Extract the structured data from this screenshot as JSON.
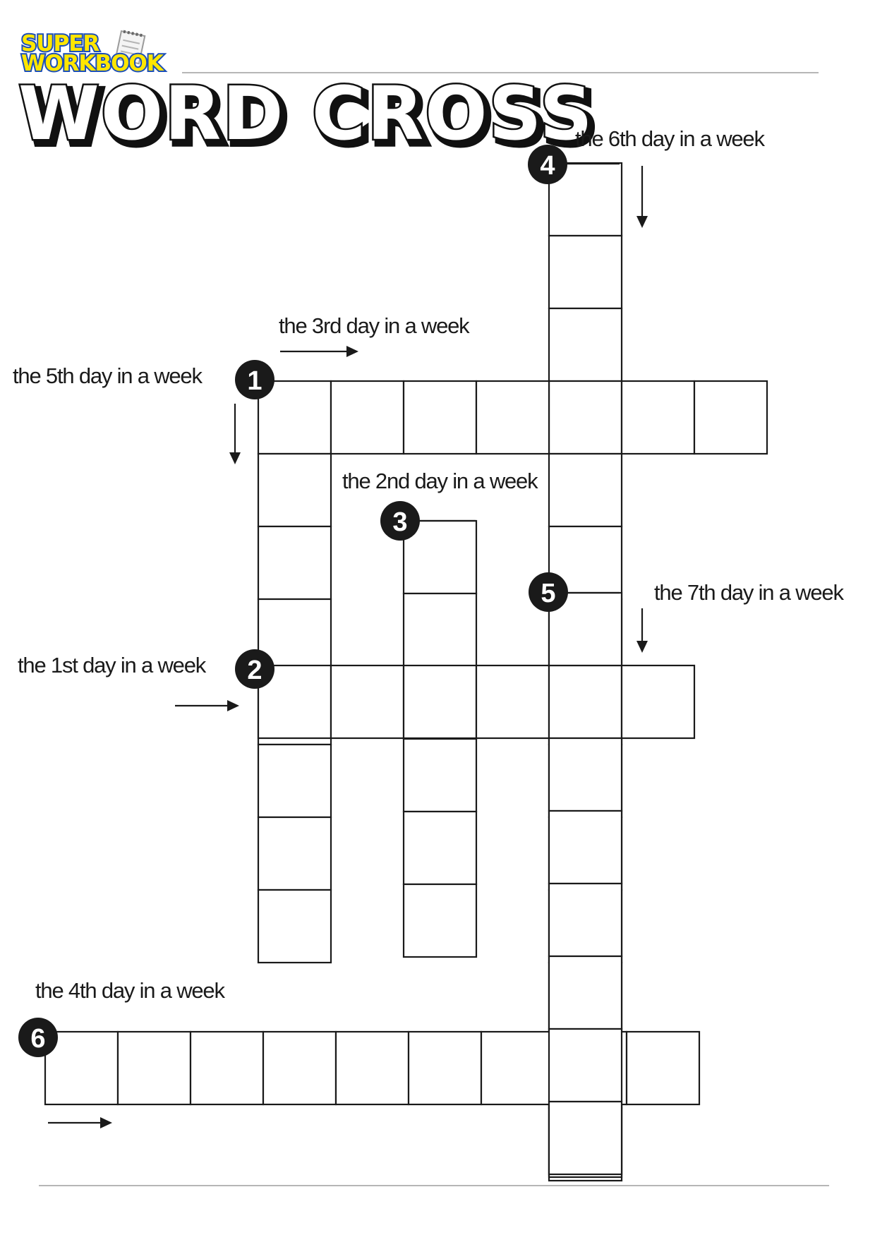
{
  "brand": {
    "line1": "SUPER",
    "line2": "WORKBOOK",
    "notepad_icon": "notepad-icon",
    "colors": {
      "fill": "#ffe600",
      "outline": "#1c4fb8"
    }
  },
  "title": "WORD CROSS",
  "clues": {
    "c1": {
      "number": "1",
      "text": "the 5th day in a week",
      "direction": "down"
    },
    "c2": {
      "number": "2",
      "text": "the 1st day in a week",
      "direction": "across"
    },
    "c3": {
      "number": "3",
      "text": "the 2nd day in a week",
      "direction": "down"
    },
    "c4": {
      "number": "4",
      "text": "the 6th day in a week",
      "direction": "down"
    },
    "c5": {
      "number": "5",
      "text": "the 7th day in a week",
      "direction": "down"
    },
    "c6": {
      "number": "6",
      "text": "the 4th day in a week",
      "direction": "across"
    },
    "c1a": {
      "number": "1",
      "text": "the 3rd day in a week",
      "direction": "across"
    }
  }
}
